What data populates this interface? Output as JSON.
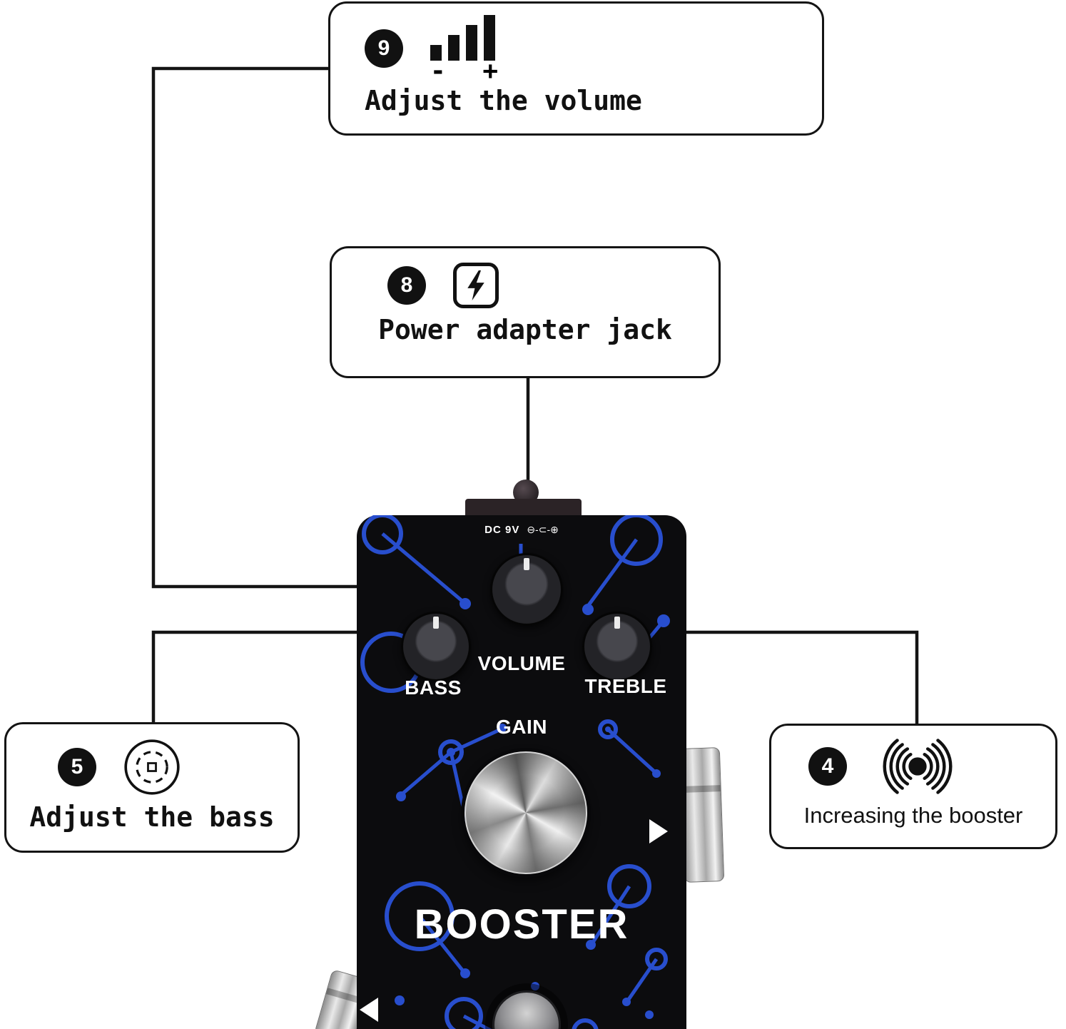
{
  "callouts": {
    "volume": {
      "number": "9",
      "label": "Adjust the volume",
      "minus_symbol": "-",
      "plus_symbol": "+"
    },
    "power": {
      "number": "8",
      "label": "Power adapter jack"
    },
    "bass": {
      "number": "5",
      "label": "Adjust the bass"
    },
    "booster": {
      "number": "4",
      "label": "Increasing the booster"
    }
  },
  "pedal": {
    "power_spec": "DC 9V",
    "polarity_symbol": "⊖-⊂-⊕",
    "knobs": {
      "bass": "BASS",
      "volume": "VOLUME",
      "treble": "TREBLE",
      "gain": "GAIN"
    },
    "model_name": "BOOSTER"
  },
  "colors": {
    "circuit_blue": "#2a52d8",
    "pedal_black": "#0c0c0e",
    "line_black": "#141414"
  }
}
